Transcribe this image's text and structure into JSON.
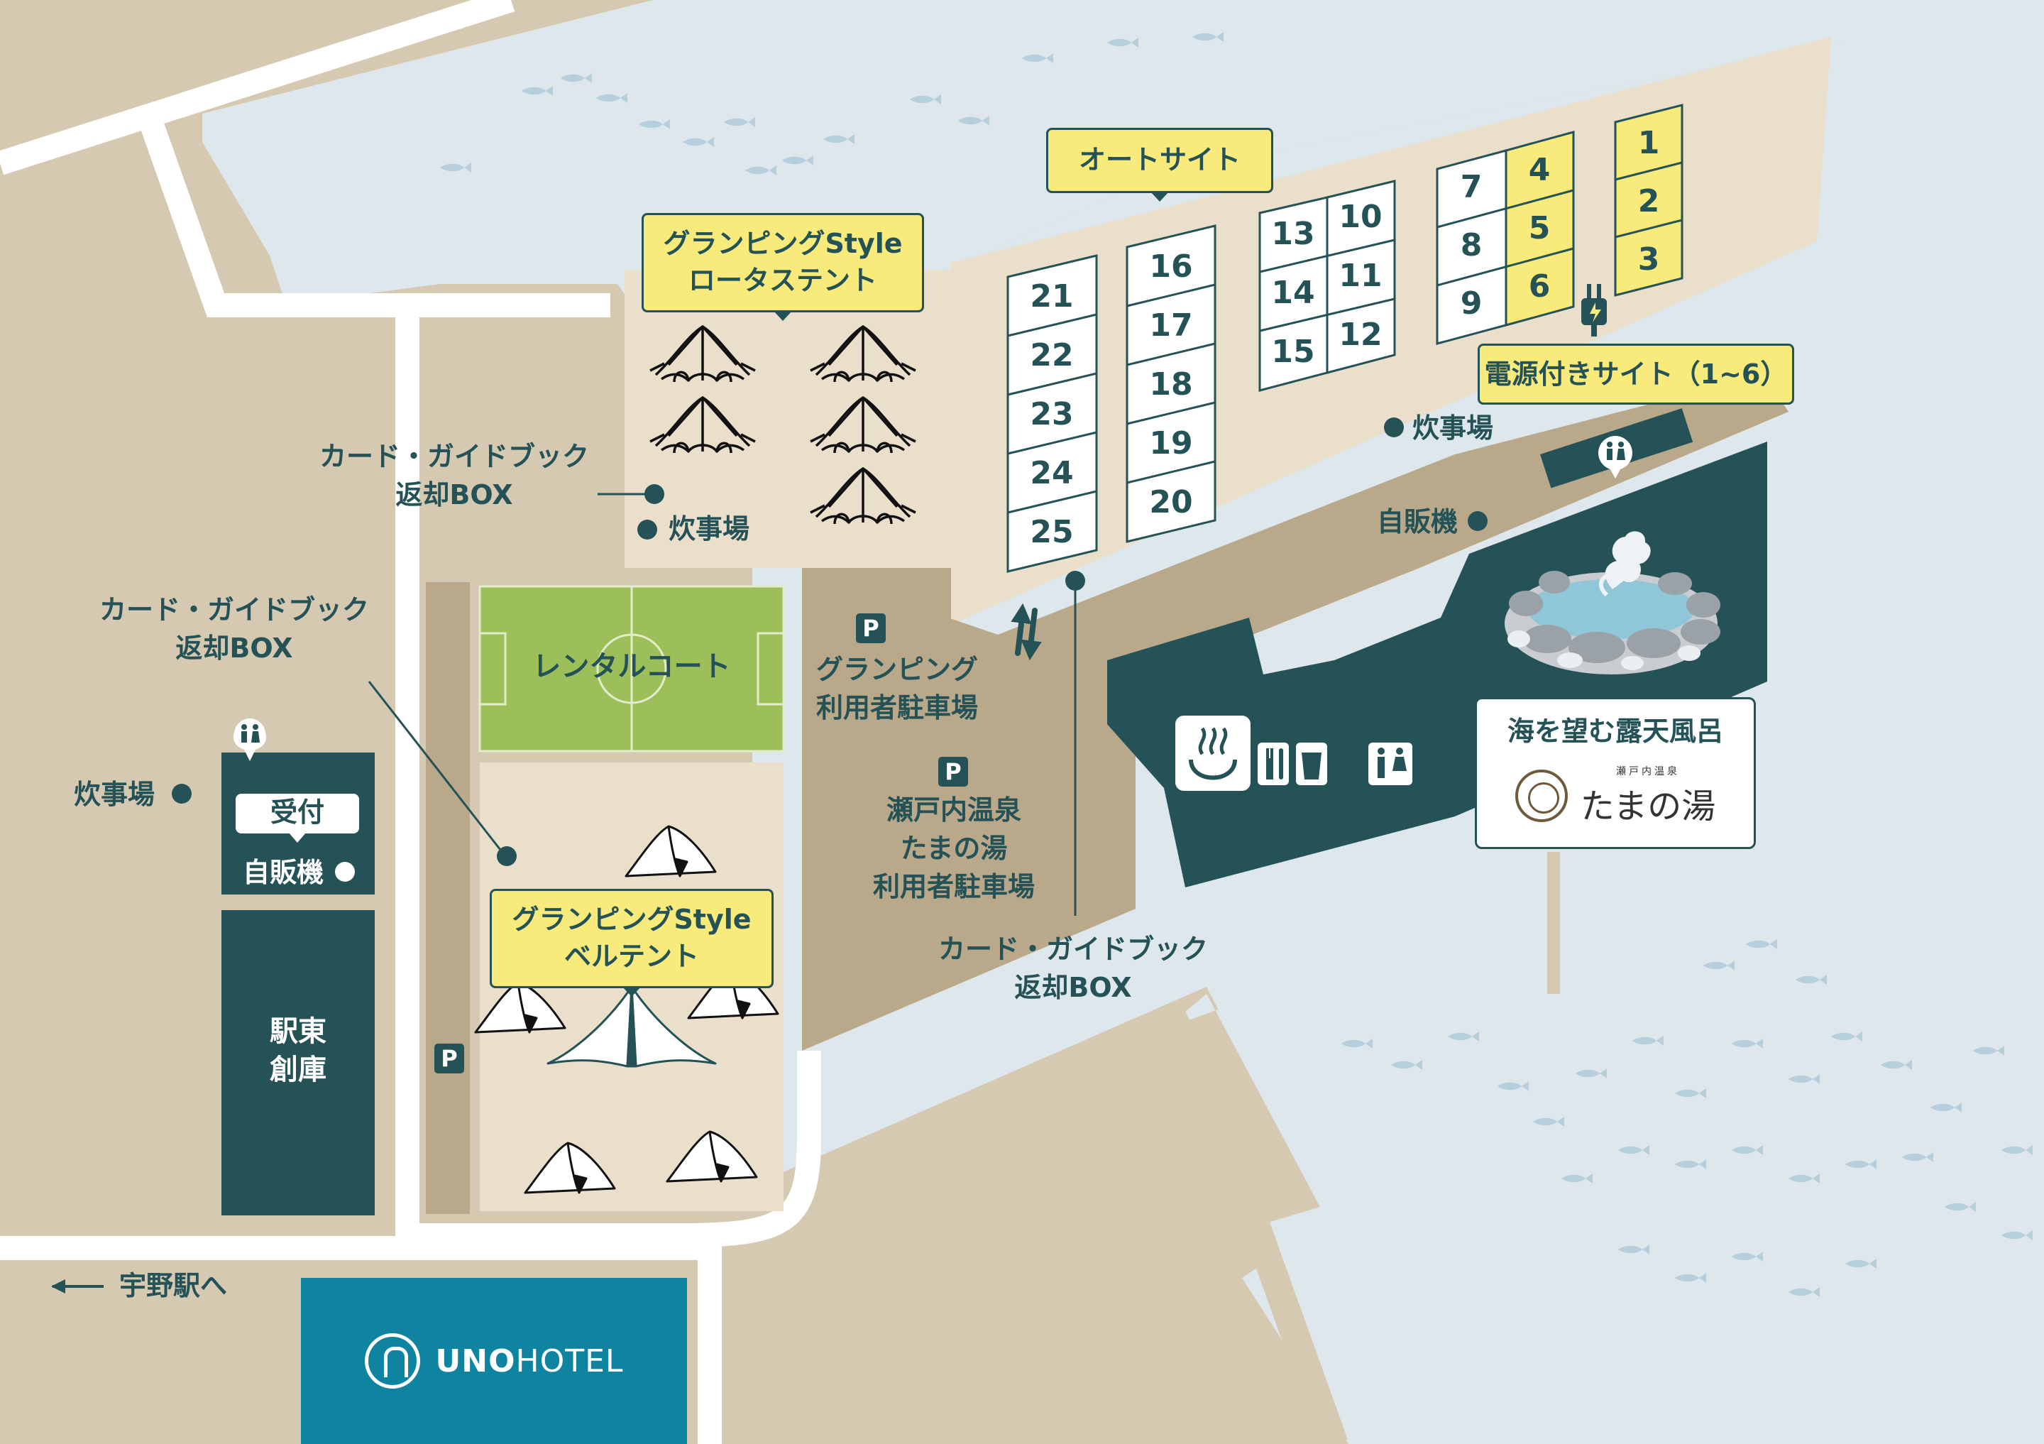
{
  "colors": {
    "sea": "#dde7ec",
    "land": "#d6c9b2",
    "campsite_area": "#e9dfcb",
    "road": "#ffffff",
    "parking_area": "#b9a98a",
    "dark_building": "#245257",
    "court": "#9dbf59",
    "highlight": "#f8eb7c",
    "hotel": "#0f84a0",
    "text": "#245257"
  },
  "lotus_zone": {
    "badge": "グランピングStyle\nロータステント"
  },
  "bell_zone": {
    "badge": "グランピングStyle\nベルテント"
  },
  "auto_site": {
    "badge": "オートサイト",
    "column_a": [
      "21",
      "22",
      "23",
      "24",
      "25"
    ],
    "column_b": [
      "16",
      "17",
      "18",
      "19",
      "20"
    ],
    "column_c": [
      "13",
      "14",
      "15"
    ],
    "column_d": [
      "10",
      "11",
      "12"
    ],
    "column_e": [
      "7",
      "8",
      "9"
    ],
    "powered_col1": [
      "4",
      "5",
      "6"
    ],
    "powered_col2": [
      "1",
      "2",
      "3"
    ]
  },
  "power_badge": "電源付きサイト（1~6）",
  "court_label": "レンタルコート",
  "return_box_label": "カード・ガイドブック\n返却BOX",
  "kitchen_label": "炊事場",
  "vending_label": "自販機",
  "reception_label": "受付",
  "warehouse_label": "駅東\n創庫",
  "parking_symbol": "P",
  "glamping_parking_label": "グランピング\n利用者駐車場",
  "onsen_parking_label": "瀬戸内温泉\nたまの湯\n利用者駐車場",
  "to_station_label": "宇野駅へ",
  "hotel": {
    "prefix": "UNO",
    "suffix": "HOTEL"
  },
  "onsen_sign": {
    "title": "海を望む露天風呂",
    "small": "瀬戸内温泉",
    "name": "たまの湯"
  },
  "icons": [
    "toilet-icon",
    "hot-spring-icon",
    "restaurant-icon",
    "drink-icon",
    "fish-icon",
    "tent-icon",
    "power-plug-icon",
    "two-way-arrow-icon",
    "return-box-marker-icon"
  ]
}
